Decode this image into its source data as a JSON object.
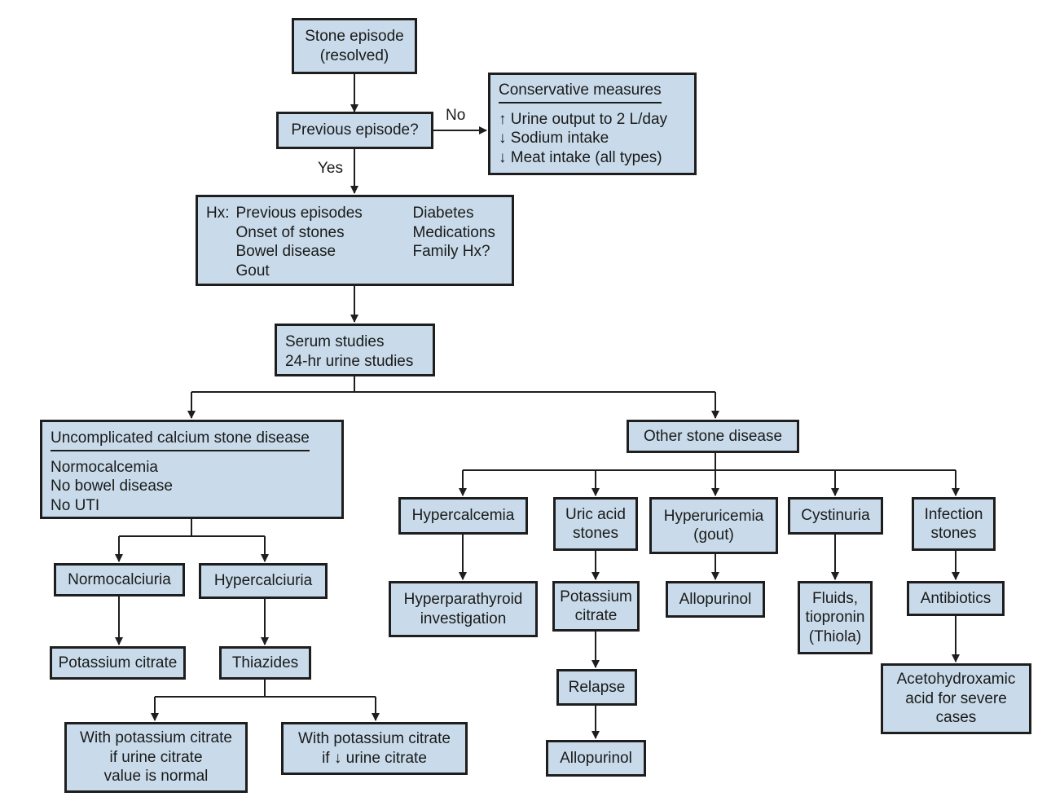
{
  "nodes": {
    "stone_episode": [
      "Stone episode",
      "(resolved)"
    ],
    "previous_episode": "Previous episode?",
    "conservative": {
      "title": "Conservative measures",
      "items": [
        "↑ Urine output to 2 L/day",
        "↓ Sodium intake",
        "↓ Meat intake (all types)"
      ]
    },
    "history": {
      "prefix": "Hx:",
      "col1": [
        "Previous episodes",
        "Onset of stones",
        "Bowel disease",
        "Gout"
      ],
      "col2": [
        "Diabetes",
        "Medications",
        "Family Hx?"
      ]
    },
    "studies": [
      "Serum studies",
      "24-hr urine studies"
    ],
    "uncomplicated": {
      "title": "Uncomplicated calcium stone disease",
      "items": [
        "Normocalcemia",
        "No bowel disease",
        "No UTI"
      ]
    },
    "other": "Other stone disease",
    "normocalciuria": "Normocalciuria",
    "hypercalciuria": "Hypercalciuria",
    "potassium_citrate_1": "Potassium citrate",
    "thiazides": "Thiazides",
    "with_kcit_normal": [
      "With potassium citrate",
      "if urine citrate",
      "value is normal"
    ],
    "with_kcit_low": [
      "With potassium citrate",
      "if ↓ urine citrate"
    ],
    "hypercalcemia": "Hypercalcemia",
    "hyperparathyroid": [
      "Hyperparathyroid",
      "investigation"
    ],
    "uric_acid": [
      "Uric acid",
      "stones"
    ],
    "potassium_citrate_2": [
      "Potassium",
      "citrate"
    ],
    "relapse": "Relapse",
    "allopurinol_1": "Allopurinol",
    "hyperuricemia": [
      "Hyperuricemia",
      "(gout)"
    ],
    "allopurinol_2": "Allopurinol",
    "cystinuria": "Cystinuria",
    "fluids": [
      "Fluids,",
      "tiopronin",
      "(Thiola)"
    ],
    "infection": [
      "Infection",
      "stones"
    ],
    "antibiotics": "Antibiotics",
    "acetohydroxamic": [
      "Acetohydroxamic",
      "acid for severe",
      "cases"
    ]
  },
  "edge_labels": {
    "no": "No",
    "yes": "Yes"
  },
  "colors": {
    "box_fill": "#c9dbea",
    "border": "#1e1e1e",
    "text": "#1a1a1a"
  }
}
